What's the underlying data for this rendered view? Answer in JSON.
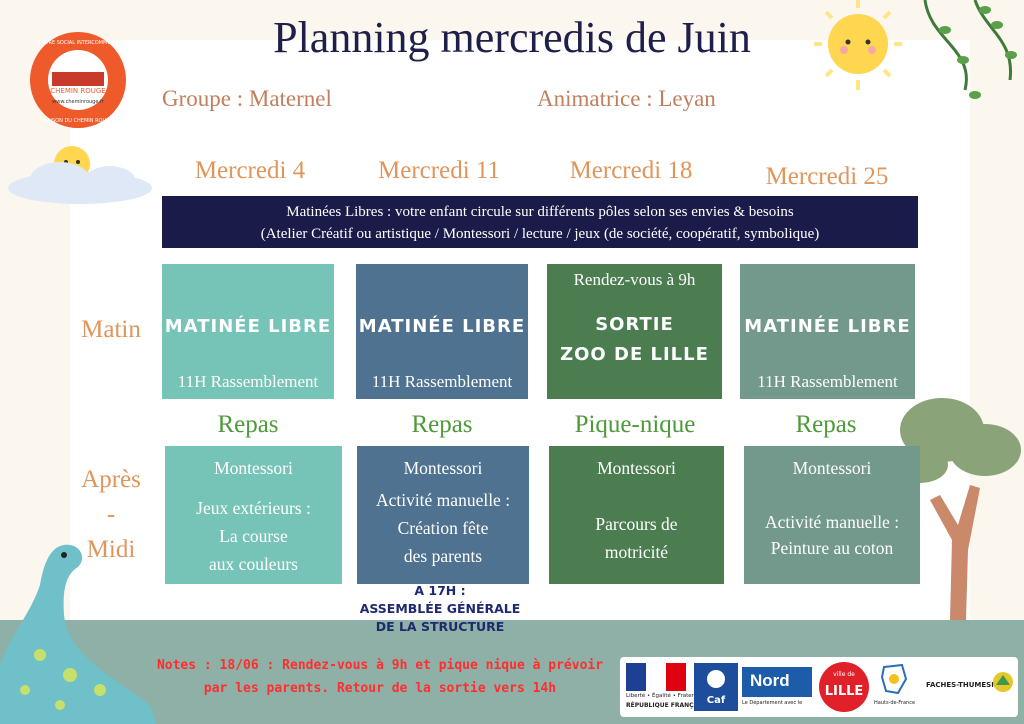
{
  "header": {
    "title": "Planning mercredis de Juin",
    "group": "Groupe : Maternel",
    "animator": "Animatrice : Leyan"
  },
  "days": [
    "Mercredi 4",
    "Mercredi 11",
    "Mercredi 18",
    "Mercredi 25"
  ],
  "banner": {
    "line1": "Matinées Libres : votre enfant circule sur différents pôles selon ses envies & besoins",
    "line2": "(Atelier Créatif ou artistique / Montessori / lecture / jeux (de société, coopératif, symbolique)"
  },
  "rows": {
    "morning": "Matin",
    "afternoon_l1": "Après",
    "afternoon_l2": "-",
    "afternoon_l3": "Midi"
  },
  "morning": [
    {
      "top": "",
      "main1": "MATINÉE  LIBRE",
      "main2": "",
      "bottom": "11H Rassemblement"
    },
    {
      "top": "",
      "main1": "MATINÉE  LIBRE",
      "main2": "",
      "bottom": "11H Rassemblement"
    },
    {
      "top": "Rendez-vous à 9h",
      "main1": "SORTIE",
      "main2": "ZOO DE LILLE",
      "bottom": ""
    },
    {
      "top": "",
      "main1": "MATINÉE  LIBRE",
      "main2": "",
      "bottom": "11H Rassemblement"
    }
  ],
  "lunch": [
    "Repas",
    "Repas",
    "Pique-nique",
    "Repas"
  ],
  "afternoon": [
    {
      "title": "Montessori",
      "l1": "Jeux extérieurs :",
      "l2": "La course",
      "l3": "aux couleurs"
    },
    {
      "title": "Montessori",
      "l1": "Activité manuelle :",
      "l2": "Création fête",
      "l3": "des parents"
    },
    {
      "title": "Montessori",
      "l1": "Parcours de",
      "l2": "motricité",
      "l3": ""
    },
    {
      "title": "Montessori",
      "l1": "Activité manuelle :",
      "l2": "Peinture au coton",
      "l3": ""
    }
  ],
  "assembly": {
    "l1": "A 17H :",
    "l2": "ASSEMBLÉE GÉNÉRALE",
    "l3": "DE LA STRUCTURE"
  },
  "notes": {
    "l1": "Notes : 18/06 : Rendez-vous à 9h et pique nique à prévoir",
    "l2": "par les parents. Retour de la sortie vers 14h"
  },
  "logo_text": {
    "centre_top": "CENTRE SOCIAL INTERCOMMUNAL",
    "centre_mid": "CHEMIN ROUGE",
    "centre_url": "www.cheminrouge.fr",
    "centre_bottom": "MAISON DU CHEMIN ROUGE",
    "rf1": "Liberté • Égalité • Fraternité",
    "rf2": "RÉPUBLIQUE FRANÇAISE",
    "caf": "Caf",
    "nord": "Nord",
    "nord_sub": "Le Département avec le",
    "lille": "LILLE",
    "lille_sub": "ville de",
    "region": "Hauts-de-France",
    "faches": "FACHES-THUMESNIL"
  },
  "colors": {
    "navy": "#1b1b4a",
    "teal": "#76c4b7",
    "slate": "#4e7290",
    "green": "#4b7d51",
    "sage": "#73998d",
    "orange": "#e0955b",
    "lunch_green": "#4e9a3a",
    "notes_red": "#ff2d2d"
  }
}
